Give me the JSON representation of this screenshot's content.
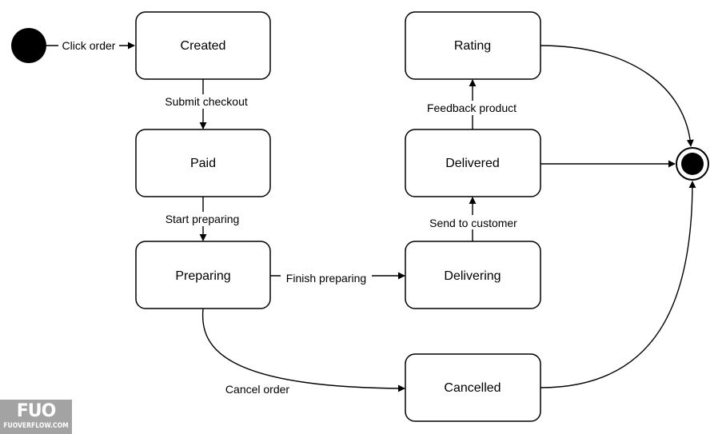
{
  "diagram": {
    "states": {
      "created": "Created",
      "paid": "Paid",
      "preparing": "Preparing",
      "delivering": "Delivering",
      "delivered": "Delivered",
      "rating": "Rating",
      "cancelled": "Cancelled"
    },
    "transitions": {
      "click_order": "Click order",
      "submit_checkout": "Submit checkout",
      "start_preparing": "Start preparing",
      "finish_preparing": "Finish preparing",
      "send_to_customer": "Send to customer",
      "feedback_product": "Feedback product",
      "cancel_order": "Cancel order"
    }
  },
  "watermark": {
    "logo": "FUO",
    "site": "FUOVERFLOW.COM"
  }
}
